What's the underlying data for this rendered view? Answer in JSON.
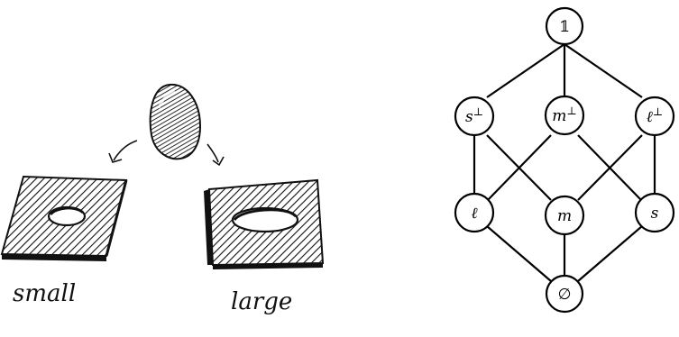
{
  "sketch": {
    "small_label": "small",
    "large_label": "large"
  },
  "lattice": {
    "top": {
      "base": "𝟙",
      "sup": ""
    },
    "mid_upper": [
      {
        "base": "s",
        "sup": "⊥"
      },
      {
        "base": "m",
        "sup": "⊥"
      },
      {
        "base": "ℓ",
        "sup": "⊥"
      }
    ],
    "mid_lower": [
      {
        "base": "ℓ",
        "sup": ""
      },
      {
        "base": "m",
        "sup": ""
      },
      {
        "base": "s",
        "sup": ""
      }
    ],
    "bottom": {
      "base": "∅",
      "sup": ""
    }
  },
  "colors": {
    "ink": "#111111",
    "paper": "#ffffff"
  }
}
